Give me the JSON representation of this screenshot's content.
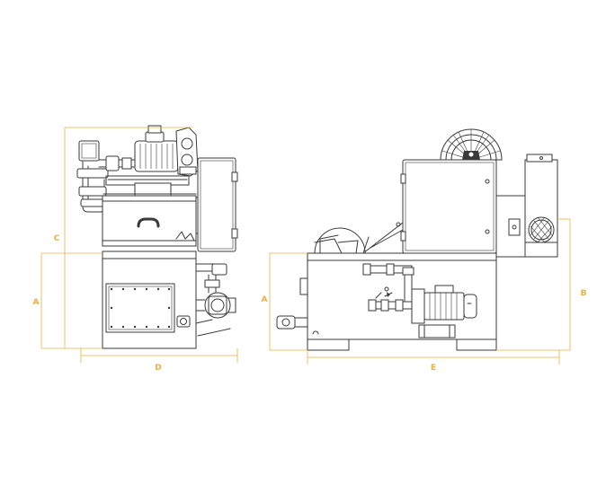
{
  "colors": {
    "outline": "#3a3a3a",
    "dimension": "#e8b040",
    "background": "#ffffff"
  },
  "dimension_labels": {
    "front_a": "A",
    "front_c": "C",
    "front_d": "D",
    "side_a": "A",
    "side_b": "B",
    "side_e": "E"
  }
}
